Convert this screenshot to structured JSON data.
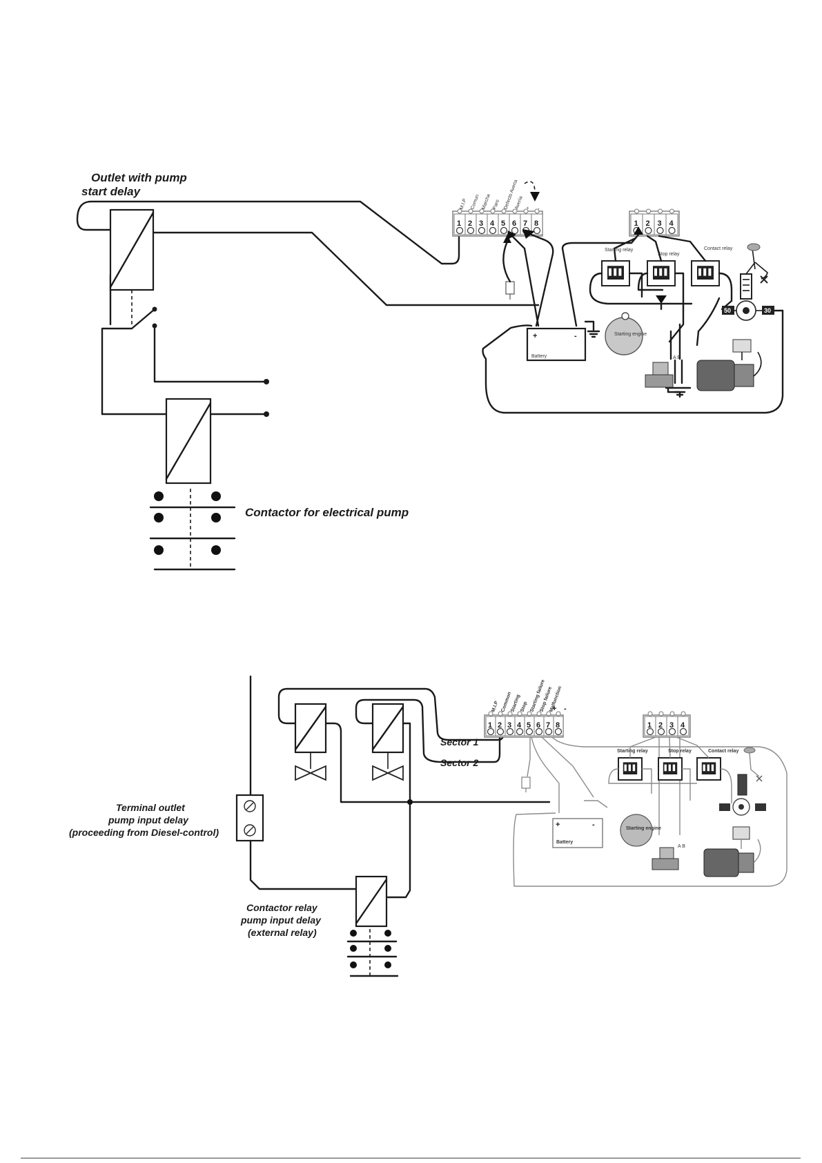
{
  "diagram1": {
    "outlet_label_line1": "Outlet with pump",
    "outlet_label_line2": "start delay",
    "contactor_label": "Contactor for electrical pump",
    "terminal_labels": [
      "M.I.P",
      "Comun",
      "Marcha",
      "Paro",
      "Defecto Averia",
      "Avería",
      "+",
      "-"
    ],
    "terminal_numbers": [
      "1",
      "2",
      "3",
      "4",
      "5",
      "6",
      "7",
      "8"
    ],
    "relay_terminal_numbers": [
      "1",
      "2",
      "3",
      "4"
    ],
    "starting_relay": "Starting relay",
    "stop_relay": "Stop relay",
    "contact_relay": "Contact relay",
    "battery": "Battery",
    "plus": "+",
    "minus": "-",
    "starting_engine": "Starting engine",
    "ab": "A B",
    "term_50": "50",
    "term_30": "30"
  },
  "diagram2": {
    "terminal_outlet_line1": "Terminal outlet",
    "terminal_outlet_line2": "pump input delay",
    "terminal_outlet_line3": "(proceeding from Diesel-control)",
    "sector1": "Sector 1",
    "sector2": "Sector 2",
    "contactor_relay_line1": "Contactor relay",
    "contactor_relay_line2": "pump input delay",
    "contactor_relay_line3": "(external relay)",
    "terminal_labels": [
      "M.I.P",
      "Common",
      "Starting",
      "Stop",
      "Starting failure",
      "Stop failure",
      "Malfunction",
      "+",
      "-"
    ],
    "terminal_numbers": [
      "1",
      "2",
      "3",
      "4",
      "5",
      "6",
      "7",
      "8"
    ],
    "relay_terminal_numbers": [
      "1",
      "2",
      "3",
      "4"
    ],
    "starting_relay": "Starting relay",
    "stop_relay": "Stop relay",
    "contact_relay": "Contact relay",
    "battery": "Battery",
    "plus": "+",
    "minus": "-",
    "starting_engine": "Starting engine",
    "ab": "A B"
  }
}
